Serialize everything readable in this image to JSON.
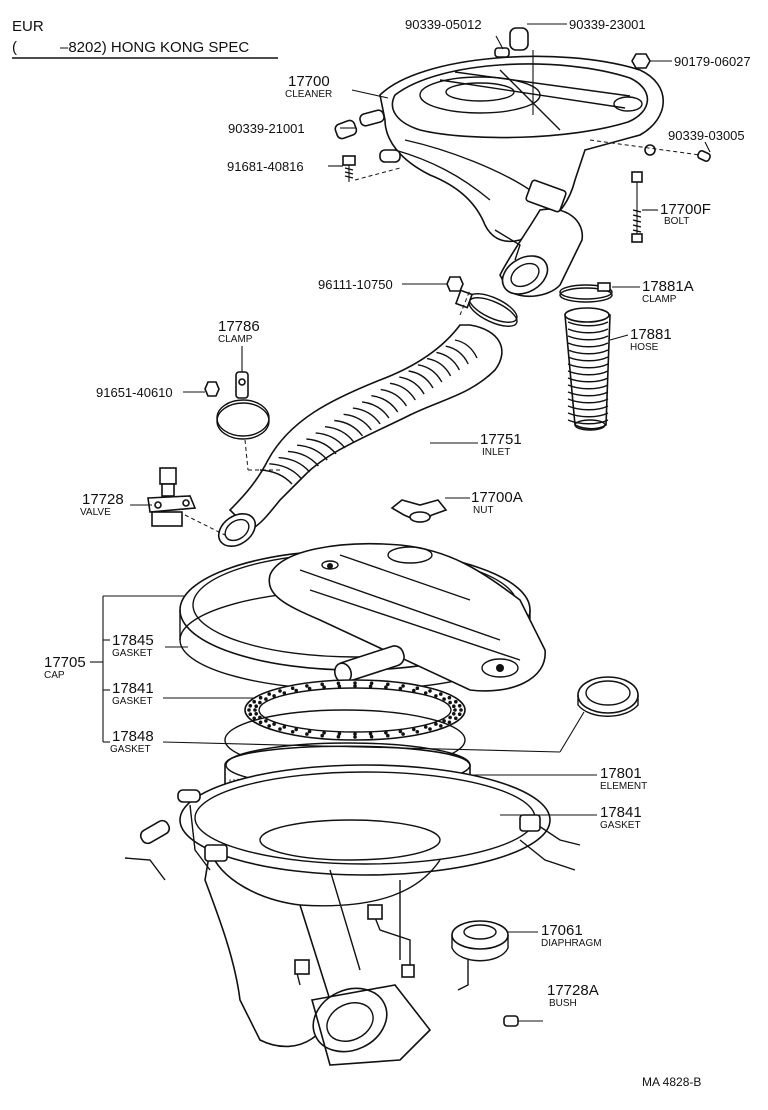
{
  "header": {
    "region": "EUR",
    "paren": "(",
    "spec": "–8202) HONG KONG SPEC"
  },
  "parts": {
    "p90339_05012": {
      "number": "90339-05012"
    },
    "p90339_23001": {
      "number": "90339-23001"
    },
    "p90179_06027": {
      "number": "90179-06027"
    },
    "p17700": {
      "number": "17700",
      "name": "CLEANER"
    },
    "p90339_21001": {
      "number": "90339-21001"
    },
    "p90339_03005": {
      "number": "90339-03005"
    },
    "p91681_40816": {
      "number": "91681-40816"
    },
    "p17700F": {
      "number": "17700F",
      "name": "BOLT"
    },
    "p96111_10750": {
      "number": "96111-10750"
    },
    "p17881A": {
      "number": "17881A",
      "name": "CLAMP"
    },
    "p17786": {
      "number": "17786",
      "name": "CLAMP"
    },
    "p17881": {
      "number": "17881",
      "name": "HOSE"
    },
    "p91651_40610": {
      "number": "91651-40610"
    },
    "p17751": {
      "number": "17751",
      "name": "INLET"
    },
    "p17728": {
      "number": "17728",
      "name": "VALVE"
    },
    "p17700A": {
      "number": "17700A",
      "name": "NUT"
    },
    "p17845": {
      "number": "17845",
      "name": "GASKET"
    },
    "p17705": {
      "number": "17705",
      "name": "CAP"
    },
    "p17841a": {
      "number": "17841",
      "name": "GASKET"
    },
    "p17848": {
      "number": "17848",
      "name": "GASKET"
    },
    "p17801": {
      "number": "17801",
      "name": "ELEMENT"
    },
    "p17841b": {
      "number": "17841",
      "name": "GASKET"
    },
    "p17061": {
      "number": "17061",
      "name": "DIAPHRAGM"
    },
    "p17728A": {
      "number": "17728A",
      "name": "BUSH"
    }
  },
  "footer": {
    "code": "MA  4828-B"
  }
}
